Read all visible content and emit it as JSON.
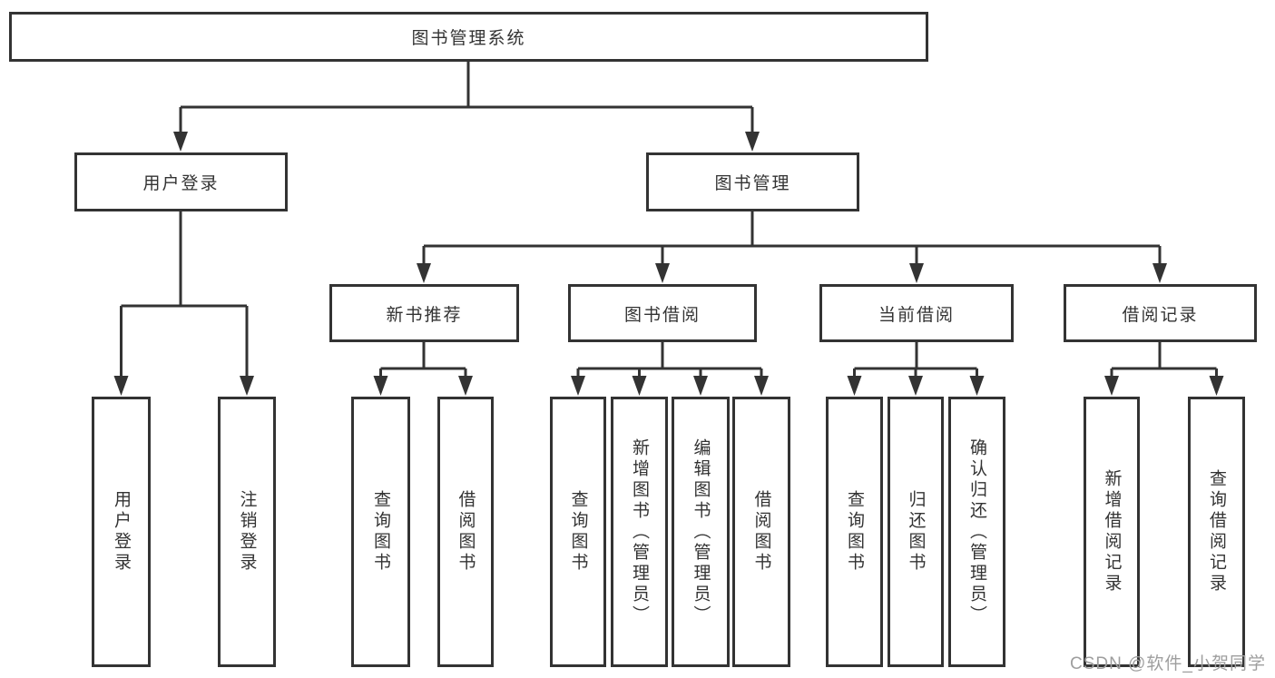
{
  "tree": {
    "root": "图书管理系统",
    "branches": [
      {
        "label": "用户登录",
        "children": [
          "用户登录",
          "注销登录"
        ]
      },
      {
        "label": "图书管理",
        "groups": [
          {
            "label": "新书推荐",
            "children": [
              "查询图书",
              "借阅图书"
            ]
          },
          {
            "label": "图书借阅",
            "children": [
              "查询图书",
              "新增图书（管理员）",
              "编辑图书（管理员）",
              "借阅图书"
            ]
          },
          {
            "label": "当前借阅",
            "children": [
              "查询图书",
              "归还图书",
              "确认归还（管理员）"
            ]
          },
          {
            "label": "借阅记录",
            "children": [
              "新增借阅记录",
              "查询借阅记录"
            ]
          }
        ]
      }
    ]
  },
  "watermark": "CSDN @软件_小贺同学",
  "colors": {
    "line": "#333333",
    "box_border": "#333333",
    "text": "#333333",
    "watermark": "#9e9e9e",
    "background": "#ffffff"
  }
}
